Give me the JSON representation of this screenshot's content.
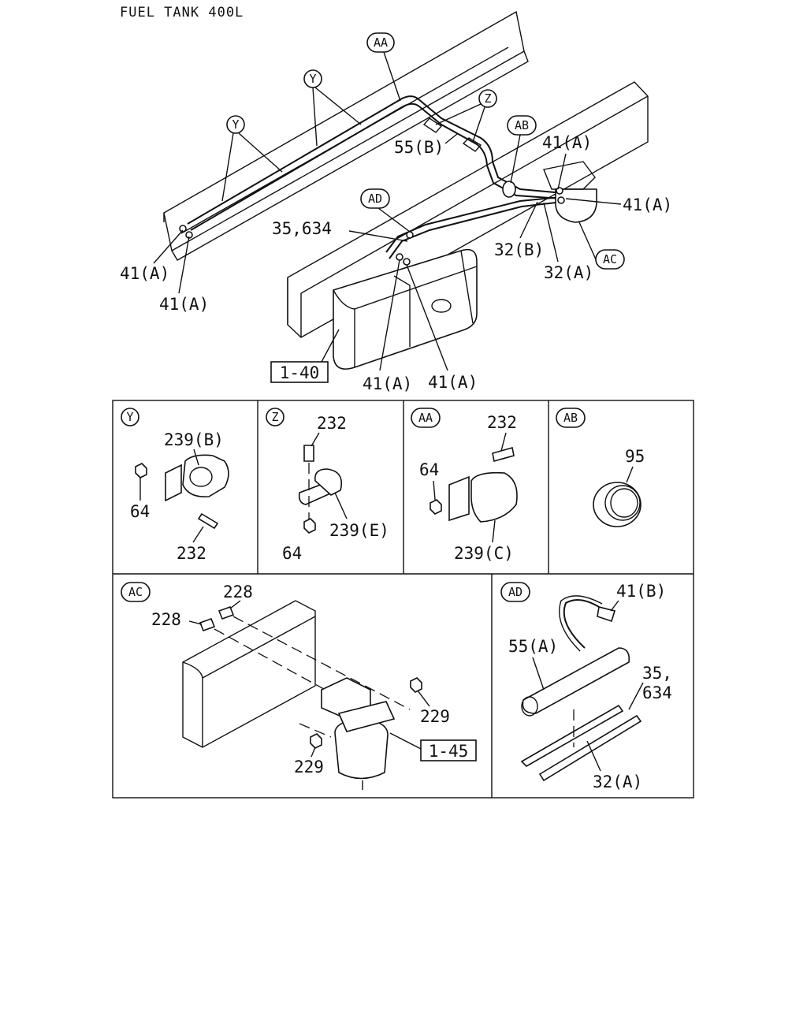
{
  "title": "FUEL TANK 400L",
  "main_labels": {
    "l55b": "55(B)",
    "l41a_top": "41(A)",
    "l41a_right": "41(A)",
    "l35_634": "35,634",
    "l32b": "32(B)",
    "l32a": "32(A)",
    "l41a_left1": "41(A)",
    "l41a_left2": "41(A)",
    "l41a_bot1": "41(A)",
    "l41a_bot2": "41(A)",
    "ref_1_40": "1-40"
  },
  "callouts": {
    "aa": "AA",
    "y": "Y",
    "z": "Z",
    "ab": "AB",
    "ad": "AD",
    "ac": "AC"
  },
  "detail_y": {
    "tag": "Y",
    "p1": "239(B)",
    "p2": "64",
    "p3": "232"
  },
  "detail_z": {
    "tag": "Z",
    "p1": "232",
    "p2": "239(E)",
    "p3": "64"
  },
  "detail_aa": {
    "tag": "AA",
    "p1": "232",
    "p2": "64",
    "p3": "239(C)"
  },
  "detail_ab": {
    "tag": "AB",
    "p1": "95"
  },
  "detail_ac": {
    "tag": "AC",
    "p1": "228",
    "p2": "228",
    "p3": "229",
    "p4": "229",
    "ref": "1-45"
  },
  "detail_ad": {
    "tag": "AD",
    "p1": "41(B)",
    "p2": "55(A)",
    "p3": "35,",
    "p4": "634",
    "p5": "32(A)"
  }
}
